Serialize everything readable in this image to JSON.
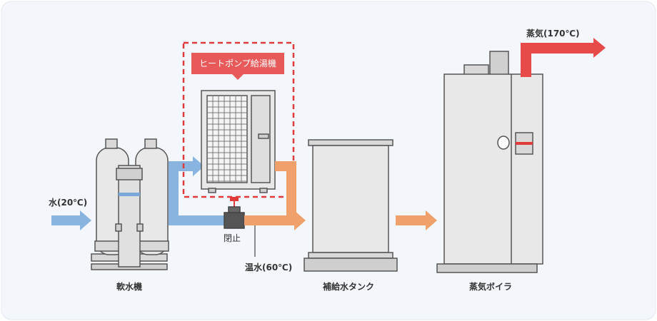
{
  "labels": {
    "water_in": "水(20℃)",
    "softener": "軟水機",
    "heat_pump": "ヒートポンプ給湯機",
    "valve": "閉止",
    "hot_water": "温水(60℃)",
    "feed_tank": "補給水タンク",
    "boiler": "蒸気ボイラ",
    "steam_out": "蒸気(170℃)"
  },
  "colors": {
    "cold_water_arrow": "#8ab4e0",
    "hot_water_arrow": "#f0a06a",
    "steam_arrow": "#e84a4a",
    "callout": "#e85a5a",
    "equipment_fill": "#e8e8e8",
    "equipment_stroke": "#555555"
  }
}
